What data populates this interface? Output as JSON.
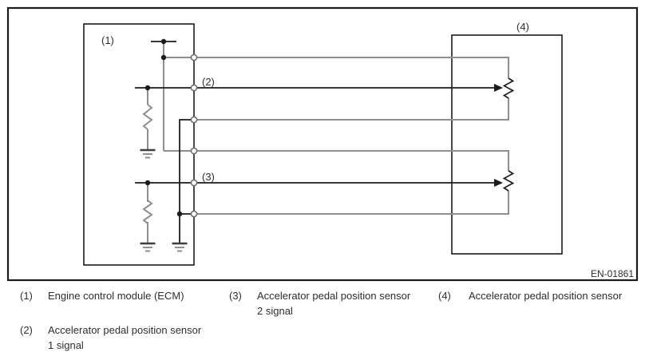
{
  "colors": {
    "background": "#ffffff",
    "box_stroke": "#1c1c1c",
    "wire_black": "#1c1c1c",
    "wire_gray": "#8f8f8f",
    "pin_stroke": "#6f6f6f",
    "gnd_dark": "#3f3f3f",
    "text": "#2e2e2e"
  },
  "diagram": {
    "ref_code": "EN-01861",
    "labels": {
      "ecm": "(1)",
      "signal1": "(2)",
      "signal2": "(3)",
      "sensor": "(4)"
    }
  },
  "legend": {
    "items": [
      {
        "num": "(1)",
        "text": "Engine control module (ECM)",
        "line2": ""
      },
      {
        "num": "(2)",
        "text": "Accelerator pedal position sensor",
        "line2": "1 signal"
      },
      {
        "num": "(3)",
        "text": "Accelerator pedal position sensor",
        "line2": "2 signal"
      },
      {
        "num": "(4)",
        "text": "Accelerator pedal position sensor",
        "line2": ""
      }
    ]
  }
}
